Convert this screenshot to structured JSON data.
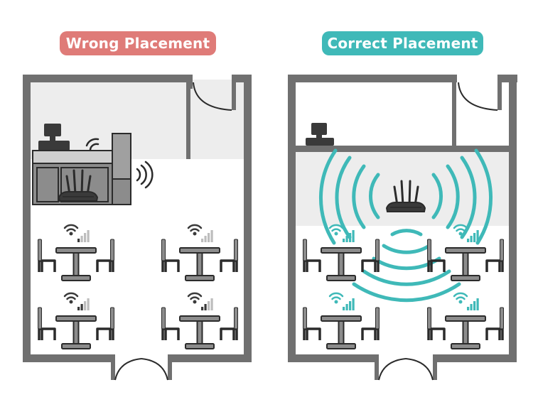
{
  "labels": {
    "wrong": "Wrong Placement",
    "correct": "Correct Placement"
  },
  "colors": {
    "wrong_badge": "#df7b78",
    "correct_badge": "#3fb9b8",
    "wall": "#707070",
    "furniture_outline": "#2b2b2b",
    "furniture_fill": "#8c8c8c",
    "floor_shade": "#ededed",
    "signal_strong": "#3fb9b8",
    "signal_weak": "#bdbdbd",
    "signal_dark": "#3a3a3a"
  },
  "icons": [
    "router-icon",
    "cash-register-icon",
    "wifi-signal-icon",
    "table-icon",
    "chair-icon",
    "door-icon",
    "signal-wave-icon"
  ],
  "signal_levels": {
    "wrong": [
      {
        "wifi": "weak",
        "bars": 1
      },
      {
        "wifi": "weak",
        "bars": 0
      },
      {
        "wifi": "weak",
        "bars": 2
      },
      {
        "wifi": "weak",
        "bars": 2
      }
    ],
    "correct": [
      {
        "wifi": "strong",
        "bars": 3
      },
      {
        "wifi": "strong",
        "bars": 3
      },
      {
        "wifi": "strong",
        "bars": 3
      },
      {
        "wifi": "strong",
        "bars": 3
      }
    ]
  }
}
